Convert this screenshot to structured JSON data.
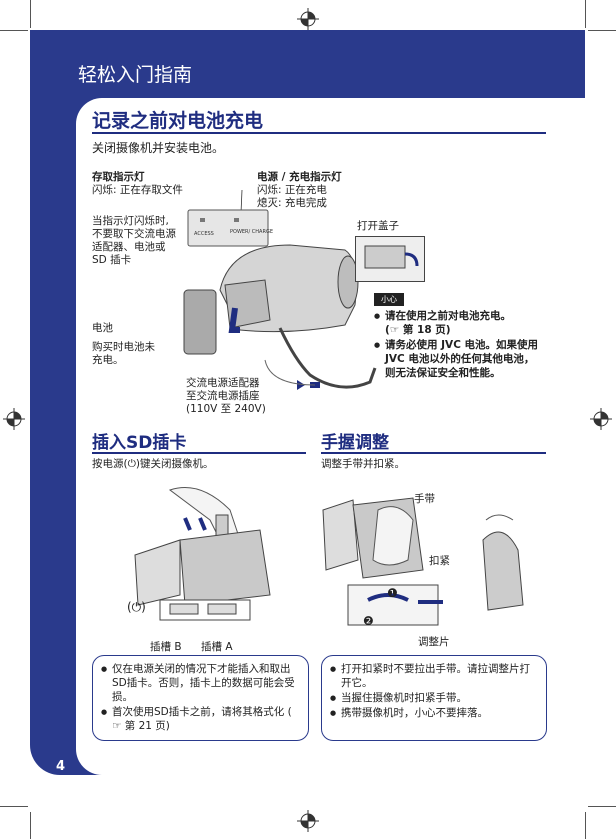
{
  "header": {
    "title": "轻松入门指南"
  },
  "section_main": {
    "title": "记录之前对电池充电",
    "subtitle": "关闭摄像机并安装电池。"
  },
  "labels": {
    "access_title": "存取指示灯",
    "access_desc": "闪烁: 正在存取文件",
    "power_title": "电源 / 充电指示灯",
    "power_desc": "闪烁: 正在充电\n熄灭: 充电完成",
    "warning_text": "当指示灯闪烁时,\n不要取下交流电源\n适配器、电池或\nSD 插卡",
    "open_cover": "打开盖子",
    "battery": "电池",
    "battery_buy": "购买时电池未\n充电。",
    "ac_adapter": "交流电源适配器\n至交流电源插座\n(110V 至 240V)",
    "panel_access": "ACCESS",
    "panel_power": "POWER/\nCHARGE"
  },
  "caution": {
    "badge": "小心",
    "items": [
      "请在使用之前对电池充电。\n(☞ 第 18 页)",
      "请务必使用 JVC 电池。如果使用 JVC 电池以外的任何其他电池，则无法保证安全和性能。"
    ]
  },
  "section_sd": {
    "title": "插入SD插卡",
    "subtitle": "按电源(⏻)键关闭摄像机。",
    "power_symbol": "(⏻)",
    "slot_b": "插槽 B",
    "slot_a": "插槽 A",
    "notes": [
      "仅在电源关闭的情况下才能插入和取出SD插卡。否则，插卡上的数据可能会受损。",
      "首次使用SD插卡之前，请将其格式化 ( ☞ 第 21 页)"
    ]
  },
  "section_grip": {
    "title": "手握调整",
    "subtitle": "调整手带并扣紧。",
    "strap": "手带",
    "fasten": "扣紧",
    "tab": "调整片",
    "step1": "❶",
    "step2": "❷",
    "notes": [
      "打开扣紧时不要拉出手带。请拉调整片打开它。",
      "当握住摄像机时扣紧手带。",
      "携带摄像机时，小心不要摔落。"
    ]
  },
  "page": {
    "number": "4"
  }
}
